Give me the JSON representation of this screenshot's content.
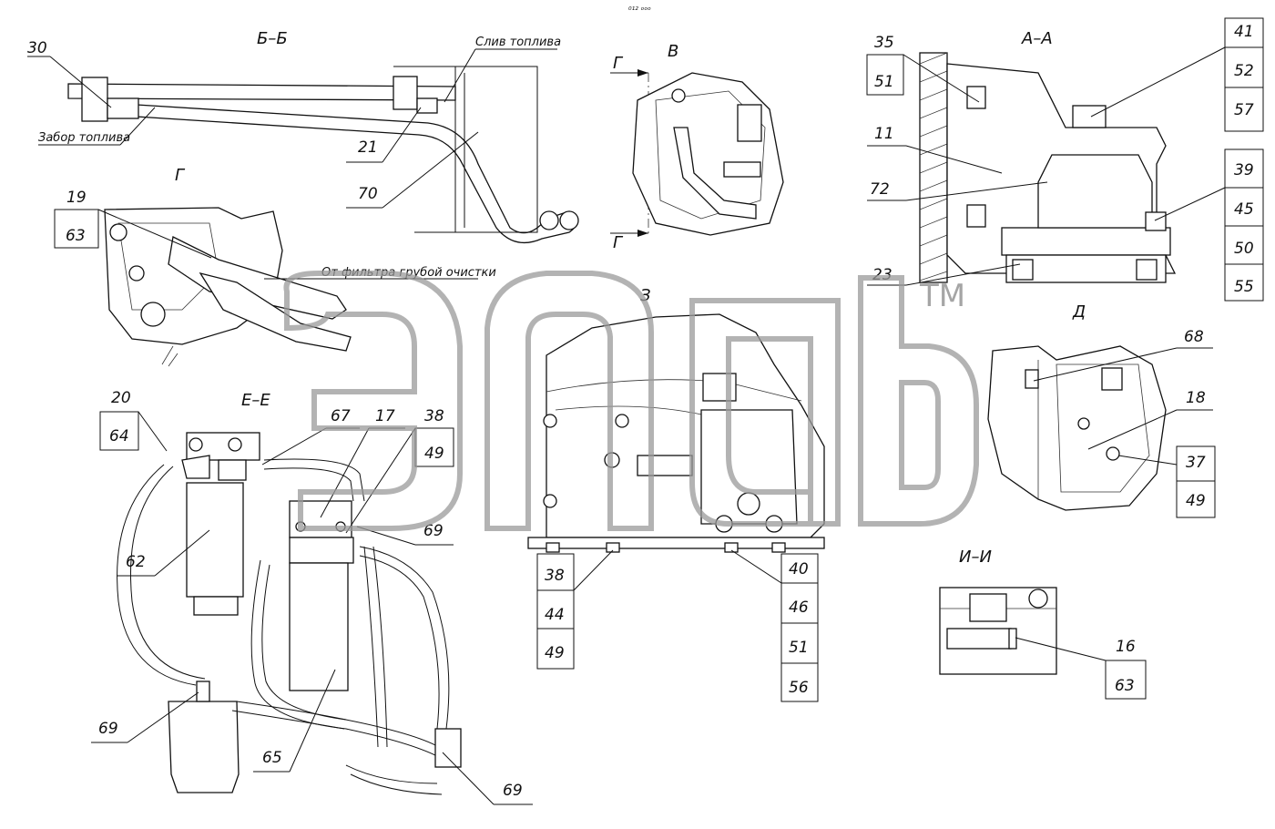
{
  "header_mark": "⁰¹² ᵒᵒᵒ",
  "views": {
    "bb": "Б–Б",
    "v": "В",
    "aa": "А–А",
    "g": "Г",
    "ee": "Е–Е",
    "z": "З",
    "d": "Д",
    "ii": "И–И"
  },
  "section_marks": {
    "g_top": "Г",
    "g_bottom": "Г"
  },
  "notes": {
    "drain": "Слив топлива",
    "intake": "Забор топлива",
    "from_filter": "От фильтра грубой очистки"
  },
  "callouts": {
    "n30": "30",
    "n21": "21",
    "n70": "70",
    "n19": "19",
    "n63a": "63",
    "n35": "35",
    "n51a": "51",
    "n11": "11",
    "n72": "72",
    "n23": "23",
    "n41": "41",
    "n52": "52",
    "n57": "57",
    "n39": "39",
    "n45": "45",
    "n50": "50",
    "n55": "55",
    "n68": "68",
    "n18": "18",
    "n37": "37",
    "n49a": "49",
    "n20": "20",
    "n64": "64",
    "n67": "67",
    "n17": "17",
    "n38a": "38",
    "n49b": "49",
    "n69a": "69",
    "n62": "62",
    "n38b": "38",
    "n44": "44",
    "n49c": "49",
    "n40": "40",
    "n46": "46",
    "n51b": "51",
    "n56": "56",
    "n69b": "69",
    "n65": "65",
    "n69c": "69",
    "n16": "16",
    "n63b": "63"
  },
  "logo": "ЭпдЬ",
  "trademark": "TM"
}
